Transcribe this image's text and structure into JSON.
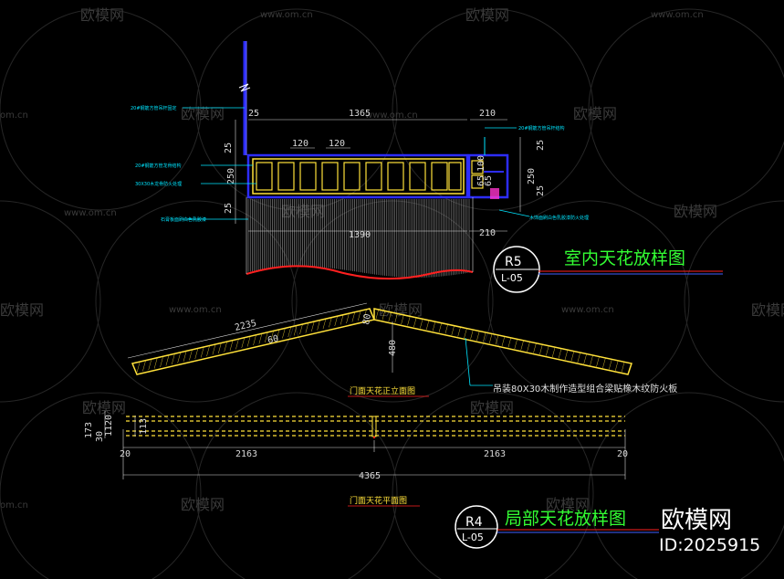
{
  "watermark": {
    "site": "www.om.cn",
    "site_partial": "om.cn",
    "logo_text": "欧模网"
  },
  "brand": {
    "name": "欧模网",
    "id": "ID:2025915"
  },
  "colors": {
    "background": "#000000",
    "dimension": "#d9d9d9",
    "annotation": "#00e5ff",
    "title_green": "#33ff33",
    "wood": "#ffe13a",
    "frame_blue": "#2d2dff",
    "magenta": "#ff33cc",
    "hatch": "#b0b0b0",
    "red_edge": "#ff2020"
  },
  "section_r5": {
    "tag": "R5",
    "sheet": "L-05",
    "title": "室内天花放样图",
    "dims": {
      "top_left": "25",
      "top_main": "1365",
      "top_right": "210",
      "slat1": "120",
      "slat2": "120",
      "left_a": "25",
      "left_b": "250",
      "left_c": "25",
      "right_a": "25",
      "right_b": "250",
      "right_c": "25",
      "box_a": "100",
      "box_b": "65",
      "box_c": "65",
      "bottom_main": "1390",
      "bottom_right": "210"
    },
    "annotations": [
      "20#钢筋方管吊杆固定",
      "20#钢筋方管龙骨结构",
      "30X30木龙骨防火处理",
      "石膏板面刷白色乳胶漆",
      "20#钢筋方管吊杆结构",
      "木饰面刷白色乳胶漆防火处理"
    ]
  },
  "elevation": {
    "dim_left_slope": "2235",
    "dim_peak": "80",
    "dim_inner": "60",
    "dim_height": "480",
    "title": "门面天花正立面图",
    "note": "吊装80X30木制作造型组合梁贴橡木纹防火板"
  },
  "plan": {
    "dim_left_173": "173",
    "dim_left_30": "30",
    "dim_left_1120": "1120",
    "dim_inner": "113",
    "dim_20_left": "20",
    "dim_half_left": "2163",
    "dim_half_right": "2163",
    "dim_20_right": "20",
    "dim_total": "4365",
    "title": "门面天花平面图"
  },
  "section_r4": {
    "tag": "R4",
    "sheet": "L-05",
    "title": "局部天花放样图"
  }
}
